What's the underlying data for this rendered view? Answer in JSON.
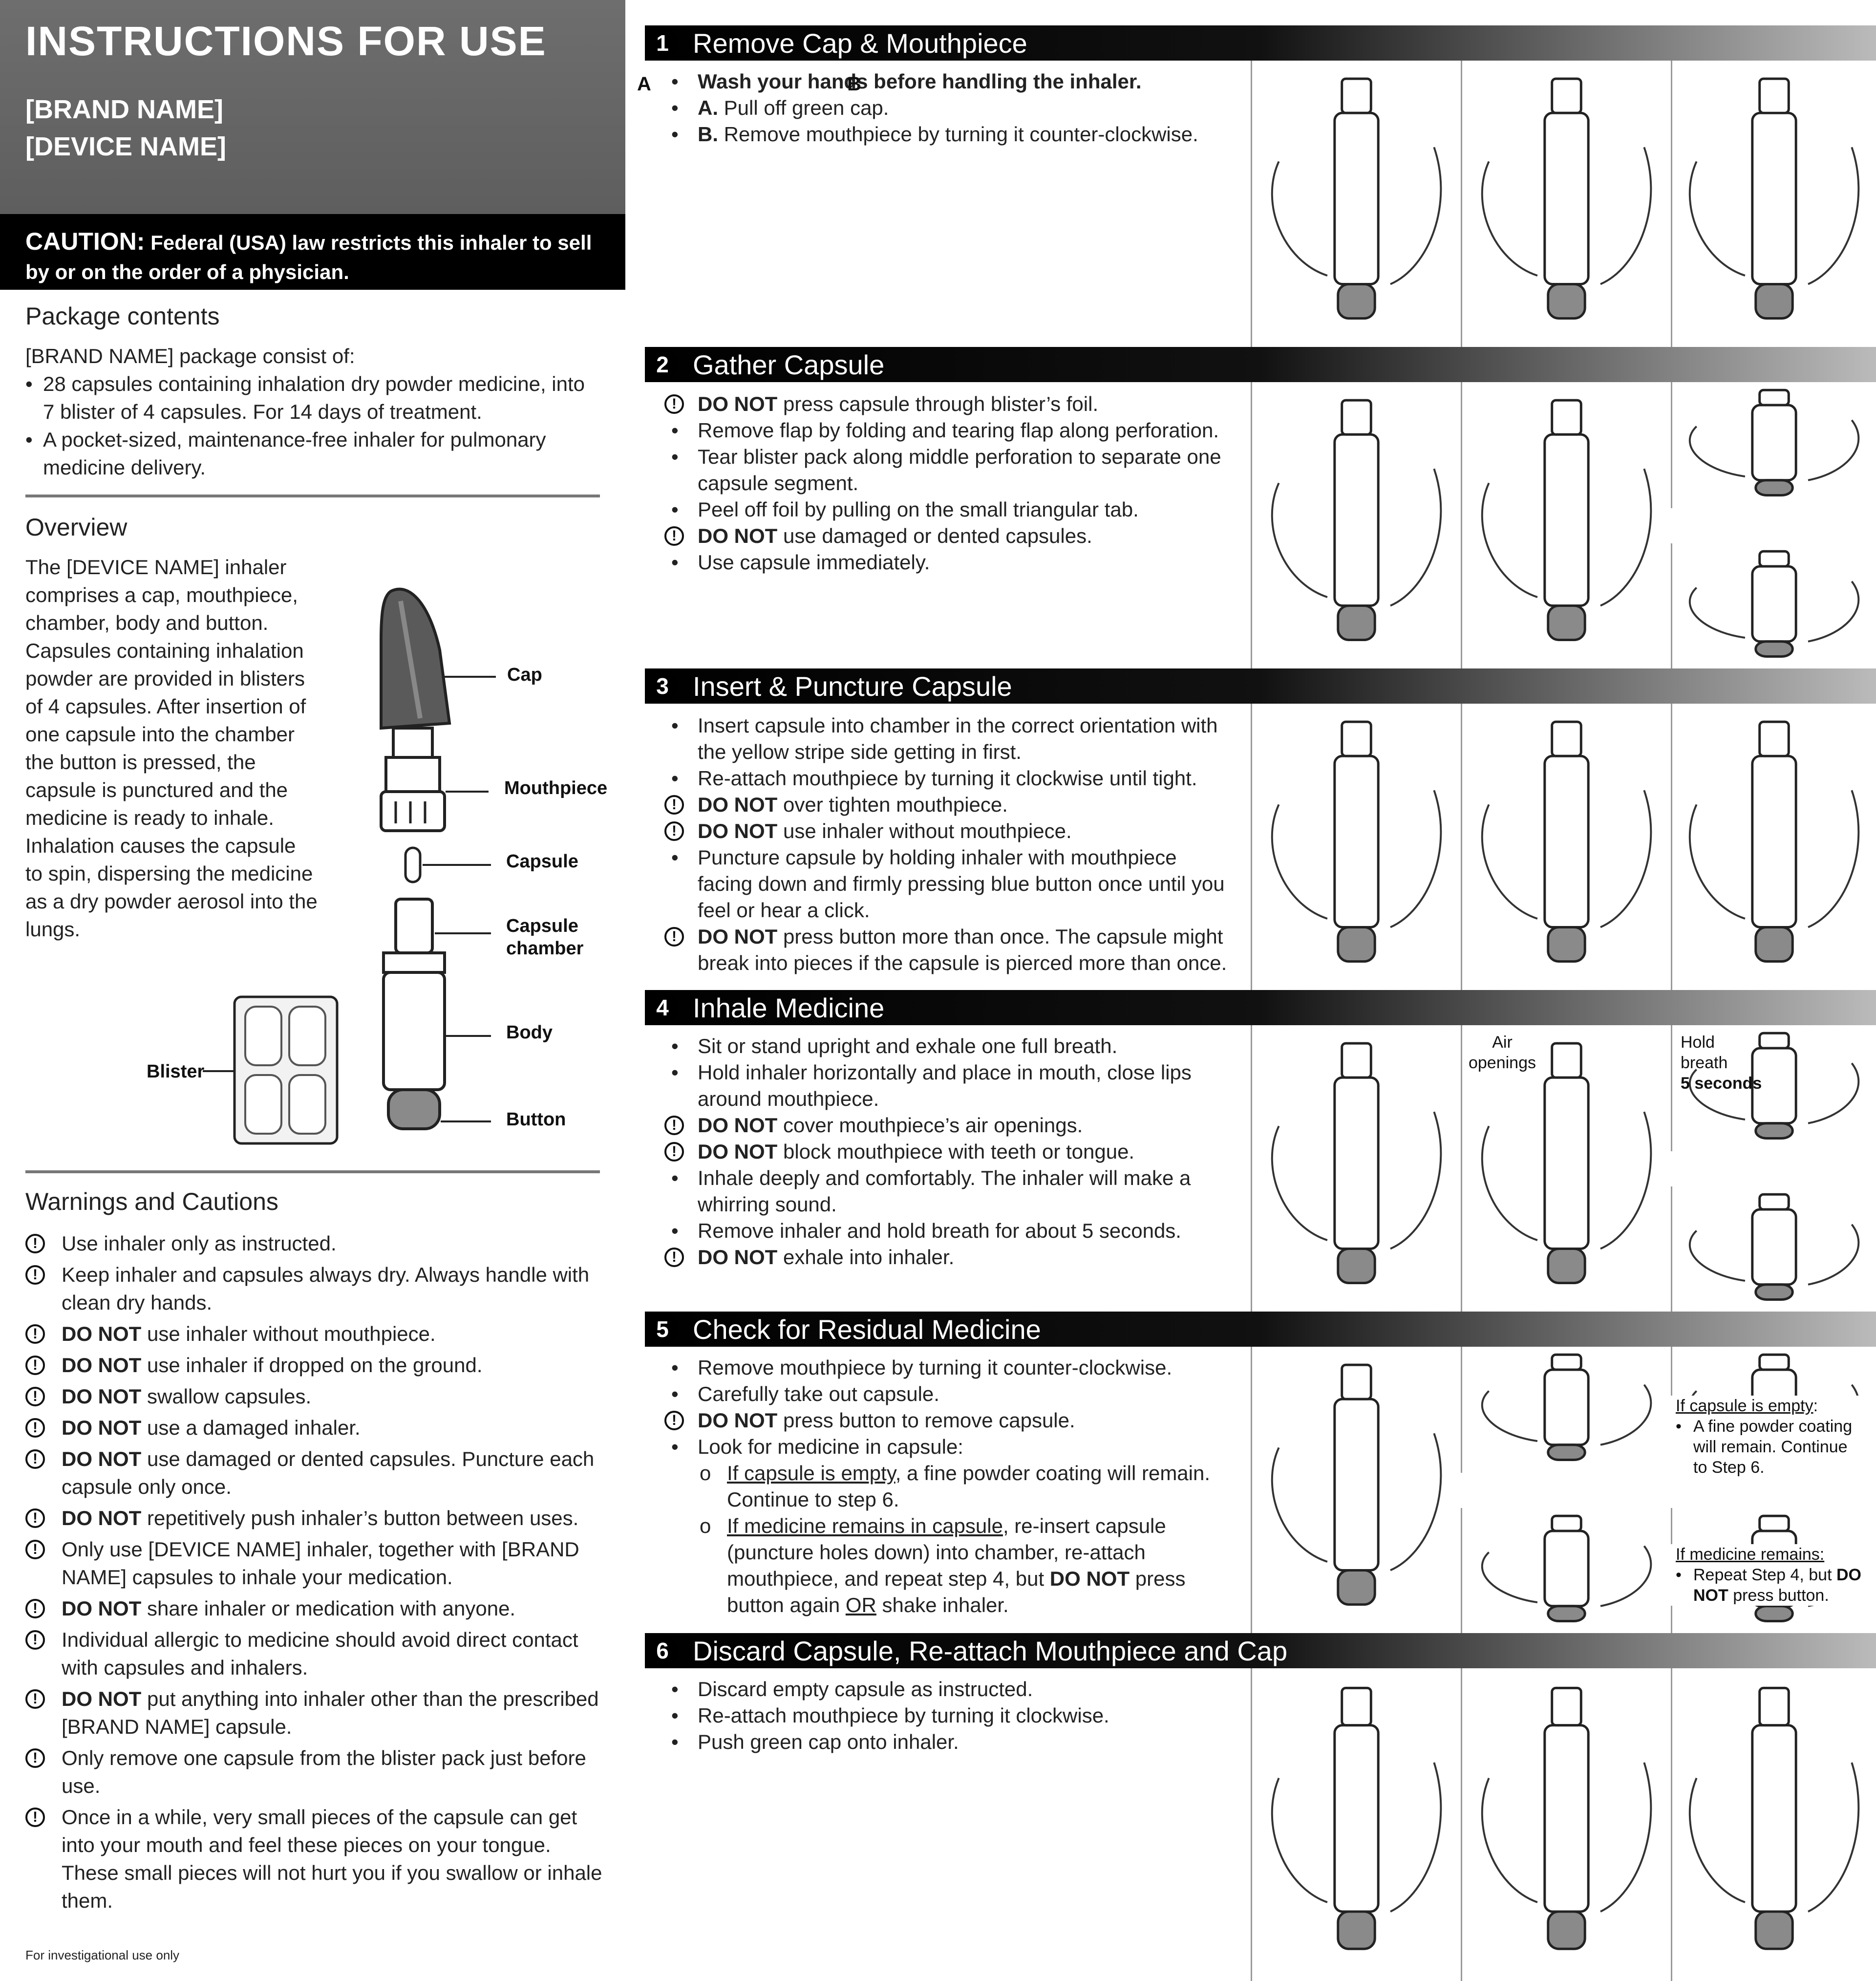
{
  "header": {
    "title": "INSTRUCTIONS FOR USE",
    "brand": "[BRAND NAME]",
    "device": "[DEVICE NAME]"
  },
  "caution": {
    "label": "CAUTION:",
    "text": "Federal (USA) law restricts this inhaler to sell by or on the order of a physician."
  },
  "package": {
    "heading": "Package contents",
    "intro": "[BRAND NAME] package consist of:",
    "items": [
      "28 capsules containing inhalation dry powder medicine, into 7 blister of 4 capsules. For 14 days of treatment.",
      "A pocket-sized, maintenance-free inhaler for pulmonary medicine delivery."
    ]
  },
  "overview": {
    "heading": "Overview",
    "text": "The [DEVICE NAME] inhaler comprises a cap, mouthpiece, chamber, body and button. Capsules containing inhalation powder are provided in blisters of 4 capsules. After insertion of one capsule into the chamber the button is pressed, the capsule is punctured and the medicine is ready to inhale. Inhalation causes the capsule to spin, dispersing the medicine as a dry powder aerosol into the lungs.",
    "labels": {
      "cap": "Cap",
      "mouthpiece": "Mouthpiece",
      "capsule": "Capsule",
      "chamber1": "Capsule",
      "chamber2": "chamber",
      "body": "Body",
      "button": "Button",
      "blister": "Blister"
    }
  },
  "warnings": {
    "heading": "Warnings and Cautions",
    "donot": "DO NOT",
    "items": [
      {
        "b": "",
        "t": "Use inhaler only as instructed."
      },
      {
        "b": "",
        "t": "Keep inhaler and capsules always dry. Always handle with clean dry hands."
      },
      {
        "b": "DO NOT",
        "t": " use inhaler without mouthpiece."
      },
      {
        "b": "DO NOT",
        "t": " use inhaler if dropped on the ground."
      },
      {
        "b": "DO NOT",
        "t": " swallow capsules."
      },
      {
        "b": "DO NOT",
        "t": " use a damaged inhaler."
      },
      {
        "b": "DO NOT",
        "t": " use damaged or dented capsules. Puncture each capsule only once."
      },
      {
        "b": "DO NOT",
        "t": " repetitively push inhaler’s button between uses."
      },
      {
        "b": "",
        "t": "Only use [DEVICE NAME] inhaler, together with [BRAND NAME] capsules to inhale your medication."
      },
      {
        "b": "DO NOT",
        "t": " share inhaler or medication with anyone."
      },
      {
        "b": "",
        "t": "Individual allergic to medicine should avoid direct contact with capsules and inhalers."
      },
      {
        "b": "DO NOT",
        "t": " put anything into inhaler other than the prescribed [BRAND NAME] capsule."
      },
      {
        "b": "",
        "t": "Only remove one capsule from the blister pack just before use."
      },
      {
        "b": "",
        "t": "Once in a while, very small pieces of the capsule can get into your mouth and feel these pieces on your tongue. These small pieces will not hurt you if you swallow or inhale them."
      }
    ]
  },
  "footer": "For investigational use only",
  "steps": [
    {
      "num": "1",
      "title": "Remove Cap & Mouthpiece",
      "items": [
        {
          "k": "b",
          "b": "Wash your hands before handling the inhaler.",
          "t": ""
        },
        {
          "k": "b",
          "b": "A.",
          "t": " Pull off green cap."
        },
        {
          "k": "b",
          "b": "B.",
          "t": " Remove mouthpiece by turning it counter-clockwise."
        }
      ],
      "panel_a": "A",
      "panel_b": "B"
    },
    {
      "num": "2",
      "title": "Gather Capsule",
      "items": [
        {
          "k": "w",
          "b": "DO NOT",
          "t": " press capsule through blister’s foil."
        },
        {
          "k": "b",
          "b": "",
          "t": "Remove flap by folding and tearing flap along perforation."
        },
        {
          "k": "b",
          "b": "",
          "t": "Tear blister pack along middle perforation to separate one capsule segment."
        },
        {
          "k": "b",
          "b": "",
          "t": "Peel off foil by pulling on the small triangular tab."
        },
        {
          "k": "w",
          "b": "DO NOT",
          "t": " use damaged or dented capsules."
        },
        {
          "k": "b",
          "b": "",
          "t": "Use capsule immediately."
        }
      ]
    },
    {
      "num": "3",
      "title": "Insert & Puncture Capsule",
      "items": [
        {
          "k": "b",
          "b": "",
          "t": "Insert capsule into chamber in the correct orientation with the yellow stripe side getting in first."
        },
        {
          "k": "b",
          "b": "",
          "t": "Re-attach mouthpiece by turning it clockwise until tight."
        },
        {
          "k": "w",
          "b": "DO NOT",
          "t": " over tighten mouthpiece."
        },
        {
          "k": "w",
          "b": "DO NOT",
          "t": " use inhaler without mouthpiece."
        },
        {
          "k": "b",
          "b": "",
          "t": "Puncture capsule by holding inhaler with mouthpiece facing down and firmly pressing blue button once until you feel or hear a click."
        },
        {
          "k": "w",
          "b": "DO NOT",
          "t": " press button more than once. The capsule might break into pieces if the capsule is pierced more than once."
        }
      ]
    },
    {
      "num": "4",
      "title": "Inhale Medicine",
      "items": [
        {
          "k": "b",
          "b": "",
          "t": "Sit or stand upright and exhale one full breath."
        },
        {
          "k": "b",
          "b": "",
          "t": "Hold inhaler horizontally and place in mouth, close lips around mouthpiece."
        },
        {
          "k": "w",
          "b": "DO NOT",
          "t": " cover mouthpiece’s air openings."
        },
        {
          "k": "w",
          "b": "DO NOT",
          "t": " block mouthpiece with teeth or tongue."
        },
        {
          "k": "b",
          "b": "",
          "t": "Inhale deeply and comfortably. The inhaler will make a whirring sound."
        },
        {
          "k": "b",
          "b": "",
          "t": "Remove inhaler and hold breath for about 5 seconds."
        },
        {
          "k": "w",
          "b": "DO NOT",
          "t": " exhale into inhaler."
        }
      ],
      "air1": "Air",
      "air2": "openings",
      "hold1": "Hold",
      "hold2": "breath",
      "hold3": "5 seconds"
    },
    {
      "num": "5",
      "title": "Check for Residual Medicine",
      "items": [
        {
          "k": "b",
          "b": "",
          "t": "Remove mouthpiece by turning it counter-clockwise."
        },
        {
          "k": "b",
          "b": "",
          "t": "Carefully take out capsule."
        },
        {
          "k": "w",
          "b": "DO NOT",
          "t": " press button to remove capsule."
        },
        {
          "k": "b",
          "b": "",
          "t": "Look for medicine in capsule:"
        }
      ],
      "sub1_u": "If capsule is empty",
      "sub1_t": ", a fine powder coating will remain. Continue to step 6.",
      "sub2_u": "If medicine remains in capsule",
      "sub2_t": ", re-insert capsule (puncture holes down) into chamber, re-attach mouthpiece, and repeat step 4, but ",
      "sub2_b": "DO NOT",
      "sub2_t2": " press button again ",
      "sub2_or": "OR",
      "sub2_t3": " shake inhaler.",
      "note1_u": "If capsule is empty",
      "note1_c": ":",
      "note1_t": "A fine powder coating will remain. Continue to Step 6.",
      "note2_u": "If medicine remains:",
      "note2_t": "Repeat Step 4, but ",
      "note2_b": "DO NOT",
      "note2_t2": " press button."
    },
    {
      "num": "6",
      "title": "Discard Capsule, Re-attach Mouthpiece and Cap",
      "items": [
        {
          "k": "b",
          "b": "",
          "t": "Discard empty capsule as instructed."
        },
        {
          "k": "b",
          "b": "",
          "t": "Re-attach mouthpiece by turning it clockwise."
        },
        {
          "k": "b",
          "b": "",
          "t": "Push green cap onto inhaler."
        }
      ]
    }
  ]
}
